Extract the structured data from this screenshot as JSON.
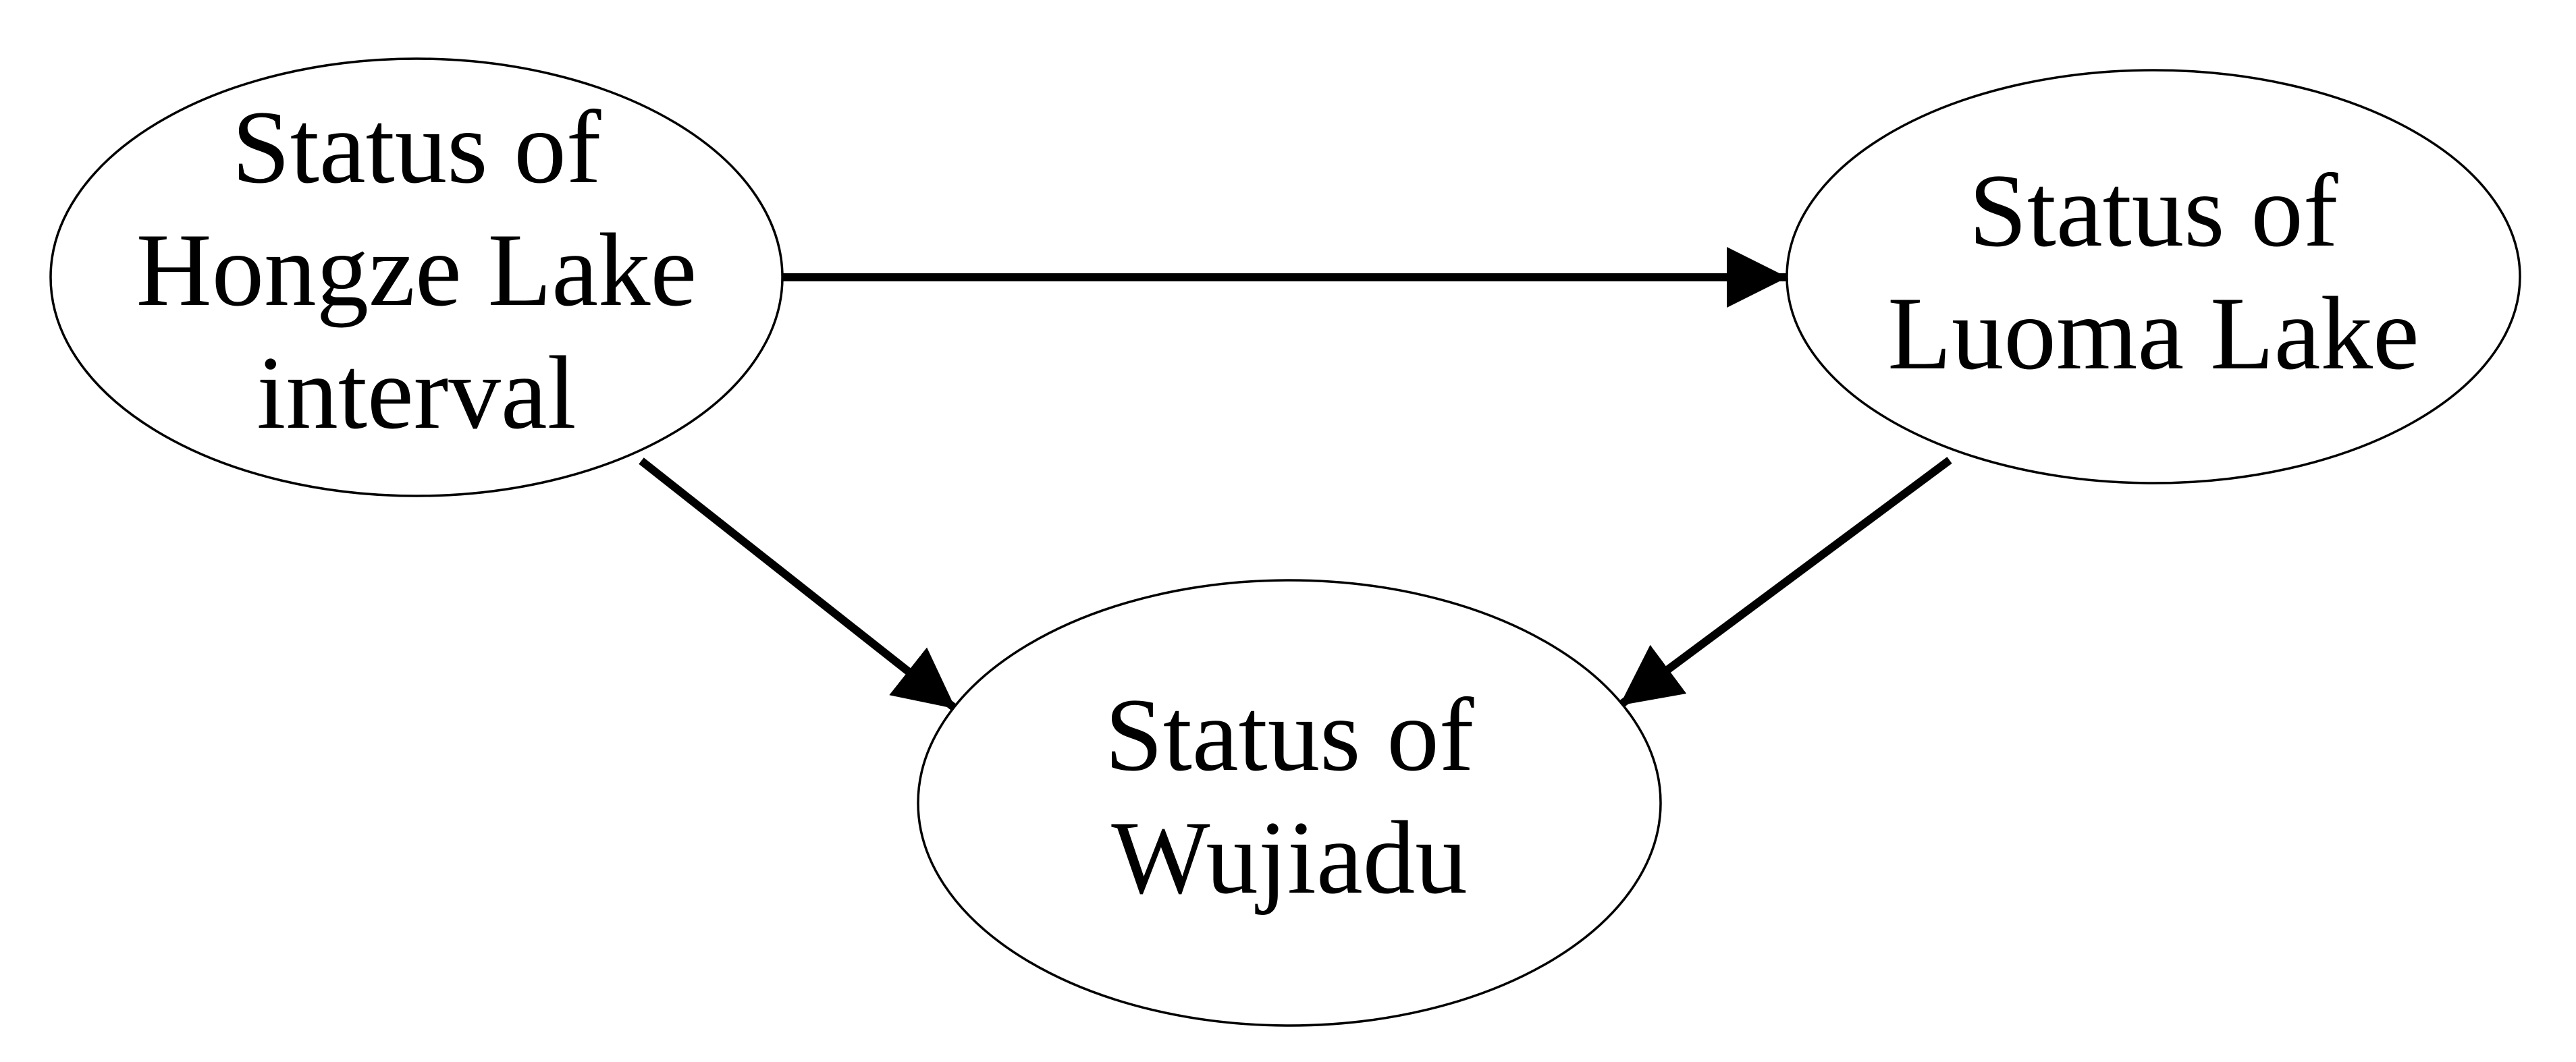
{
  "diagram": {
    "type": "directed-graph",
    "colors": {
      "background": "#ffffff",
      "node_fill": "#ffffff",
      "node_stroke": "#000000",
      "arrow_color": "#000000",
      "text": "#000000"
    },
    "nodes": [
      {
        "id": "hongze-lake-interval",
        "label": "Status of Hongze Lake interval",
        "lines": [
          "Status of",
          "Hongze Lake",
          "interval"
        ]
      },
      {
        "id": "luoma-lake",
        "label": "Status of Luoma Lake",
        "lines": [
          "Status of",
          "Luoma Lake"
        ]
      },
      {
        "id": "wujiadu",
        "label": "Status of Wujiadu",
        "lines": [
          "Status of",
          "Wujiadu"
        ]
      }
    ],
    "edges": [
      {
        "from": "hongze-lake-interval",
        "to": "luoma-lake"
      },
      {
        "from": "hongze-lake-interval",
        "to": "wujiadu"
      },
      {
        "from": "luoma-lake",
        "to": "wujiadu"
      }
    ]
  }
}
